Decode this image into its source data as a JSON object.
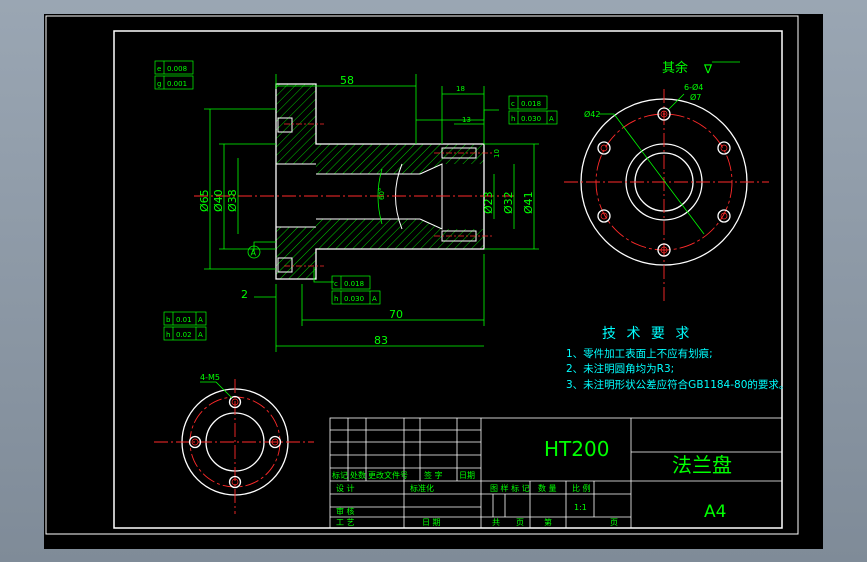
{
  "drawing": {
    "note_remaining_surfaces": "其余",
    "roughness_symbol": "∇",
    "dimensions": {
      "d58": "58",
      "d18": "18",
      "d13": "13",
      "d10": "10",
      "phi65": "Ø65",
      "phi40": "Ø40",
      "phi38": "Ø38",
      "phi23": "Ø23",
      "phi32": "Ø32",
      "phi41": "Ø41",
      "d2": "2",
      "d70": "70",
      "d83": "83",
      "angle60": "60°",
      "phi42": "Ø42",
      "holes_6": "6-Ø4",
      "phi7": "Ø7",
      "holes_4": "4-M5"
    },
    "datum_label": "A",
    "tolerance_frames": [
      {
        "symbol": "e",
        "value": "0.008",
        "datum": ""
      },
      {
        "symbol": "g",
        "value": "0.001",
        "datum": ""
      },
      {
        "symbol": "c",
        "value": "0.018",
        "datum": ""
      },
      {
        "symbol": "h",
        "value": "0.030",
        "datum": "A"
      },
      {
        "symbol": "c",
        "value": "0.018",
        "datum": ""
      },
      {
        "symbol": "h",
        "value": "0.030",
        "datum": "A"
      },
      {
        "symbol": "b",
        "value": "0.01",
        "datum": "A"
      },
      {
        "symbol": "h",
        "value": "0.02",
        "datum": "A"
      }
    ]
  },
  "tech_requirements": {
    "title": "技 术 要 求",
    "items": [
      "1、零件加工表面上不应有划痕;",
      "2、未注明圆角均为R3;",
      "3、未注明形状公差应符合GB1184-80的要求。"
    ]
  },
  "title_block": {
    "material": "HT200",
    "part_name": "法兰盘",
    "sheet_size": "A4",
    "headers": [
      "标记",
      "处数",
      "更改文件号",
      "签 字",
      "日期"
    ],
    "row_design": "设 计",
    "row_standard": "标准化",
    "row_review": "审 核",
    "row_process": "工 艺",
    "row_date": "日 期",
    "stage_mark": "图 样 标 记",
    "weight": "数 量",
    "scale_label": "比 例",
    "scale_value": "1:1",
    "total": "共",
    "page_unit": "页",
    "sheet_no": "第"
  },
  "colors": {
    "background": "#000000",
    "border": "#ffffff",
    "dimension": "#00ff00",
    "hatch": "#00ff00",
    "centerline": "#ff2a2a",
    "outline": "#ffffff",
    "note_text": "#00ffff",
    "title_text": "#00ff00",
    "wireframe_bar": "#8b97a5"
  }
}
